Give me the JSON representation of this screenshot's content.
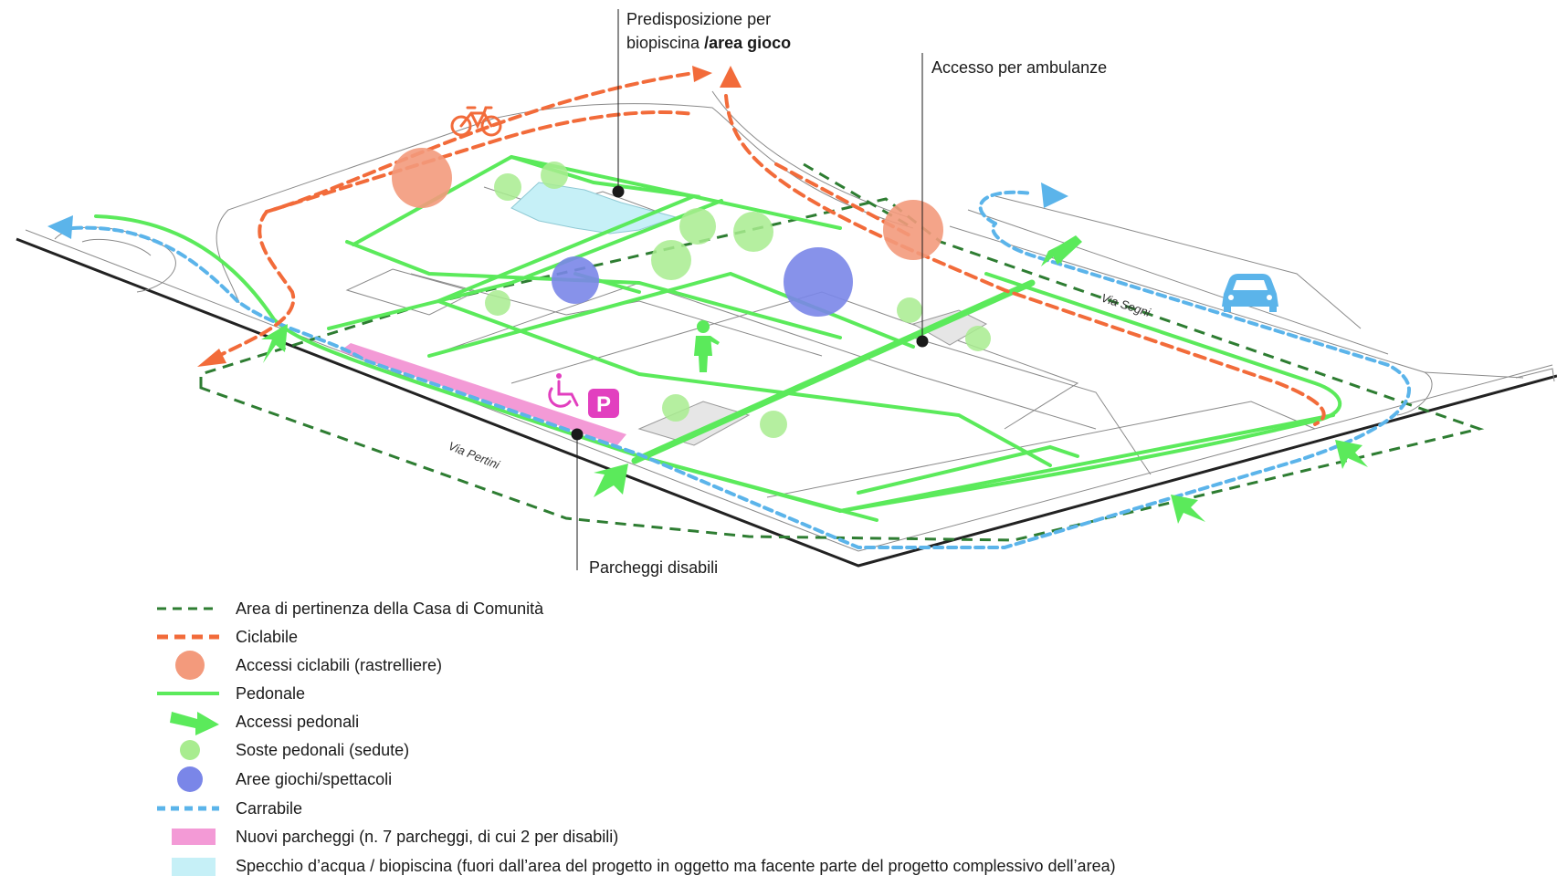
{
  "callouts": {
    "biopiscina_line1": "Predisposizione per",
    "biopiscina_line2a": "biopiscina ",
    "biopiscina_line2b": "/area gioco",
    "ambulanze": "Accesso per ambulanze",
    "parcheggi": "Parcheggi disabili"
  },
  "streets": {
    "pertini": "Via Pertini",
    "segni": "Via Segni"
  },
  "icons": {
    "parking_letter": "P"
  },
  "legend": [
    {
      "key": "area-pertinenza",
      "label": "Area di pertinenza della Casa di Comunità"
    },
    {
      "key": "ciclabile",
      "label": "Ciclabile"
    },
    {
      "key": "accessi-ciclabili",
      "label": "Accessi ciclabili (rastrelliere)"
    },
    {
      "key": "pedonale",
      "label": "Pedonale"
    },
    {
      "key": "accessi-pedonali",
      "label": "Accessi pedonali"
    },
    {
      "key": "soste-pedonali",
      "label": "Soste pedonali (sedute)"
    },
    {
      "key": "aree-giochi",
      "label": "Aree giochi/spettacoli"
    },
    {
      "key": "carrabile",
      "label": "Carrabile"
    },
    {
      "key": "nuovi-parcheggi",
      "label": "Nuovi parcheggi (n. 7 parcheggi, di cui 2 per disabili)"
    },
    {
      "key": "specchio-acqua",
      "label": "Specchio d’acqua / biopiscina (fuori dall’area del progetto in oggetto ma facente parte del progetto complessivo dell’area)"
    }
  ],
  "colors": {
    "green_dash": "#2e7d32",
    "orange": "#f26b3a",
    "orange_circle": "#f39a7c",
    "green": "#5bea5b",
    "light_green": "#a8ec8f",
    "blue_circle": "#7a86e8",
    "light_blue": "#5bb4ea",
    "pink": "#f39ad6",
    "magenta": "#e23fbf",
    "water": "#c6f0f7"
  }
}
